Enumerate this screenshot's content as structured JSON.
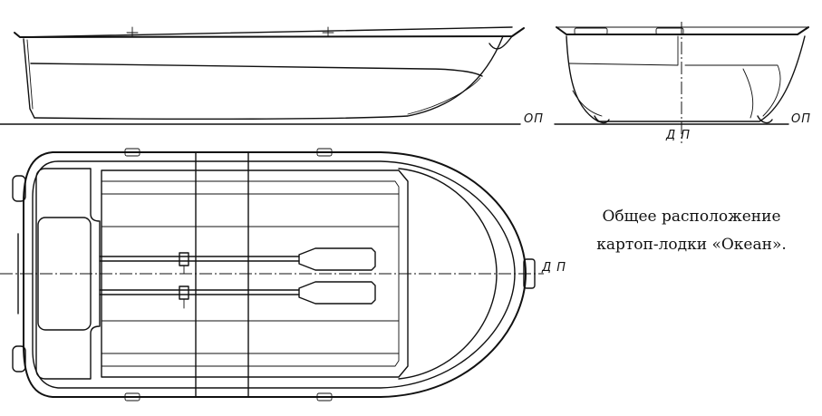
{
  "labels": {
    "base_line_side": "ОП",
    "base_line_front": "ОП",
    "center_plane_front": "Д П",
    "center_plane_top": "Д П"
  },
  "caption": {
    "line1": "Общее расположение",
    "line2": "картоп-лодки «Океан»."
  }
}
